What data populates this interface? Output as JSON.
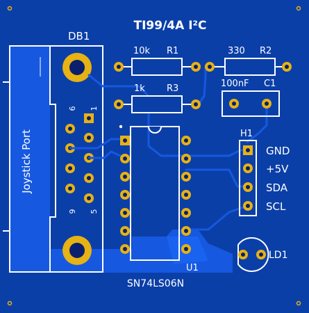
{
  "board": {
    "title": "TI99/4A I²C",
    "colors": {
      "board": "#0b3fa8",
      "fill": "#1658e0",
      "silk": "#ffffff",
      "pad": "#e6b214",
      "hole": "#0a1f6e"
    }
  },
  "connector": {
    "ref": "DB1",
    "label": "Joystick Port",
    "pin_labels": {
      "p6": "6",
      "p1": "1",
      "p9": "9",
      "p5": "5"
    }
  },
  "resistors": [
    {
      "value": "10k",
      "ref": "R1"
    },
    {
      "value": "330",
      "ref": "R2"
    },
    {
      "value": "1k",
      "ref": "R3"
    }
  ],
  "capacitor": {
    "value": "100nF",
    "ref": "C1"
  },
  "header": {
    "ref": "H1",
    "pins": [
      "GND",
      "+5V",
      "SDA",
      "SCL"
    ]
  },
  "ic": {
    "ref": "U1",
    "part": "SN74LS06N"
  },
  "led": {
    "ref": "LD1"
  }
}
